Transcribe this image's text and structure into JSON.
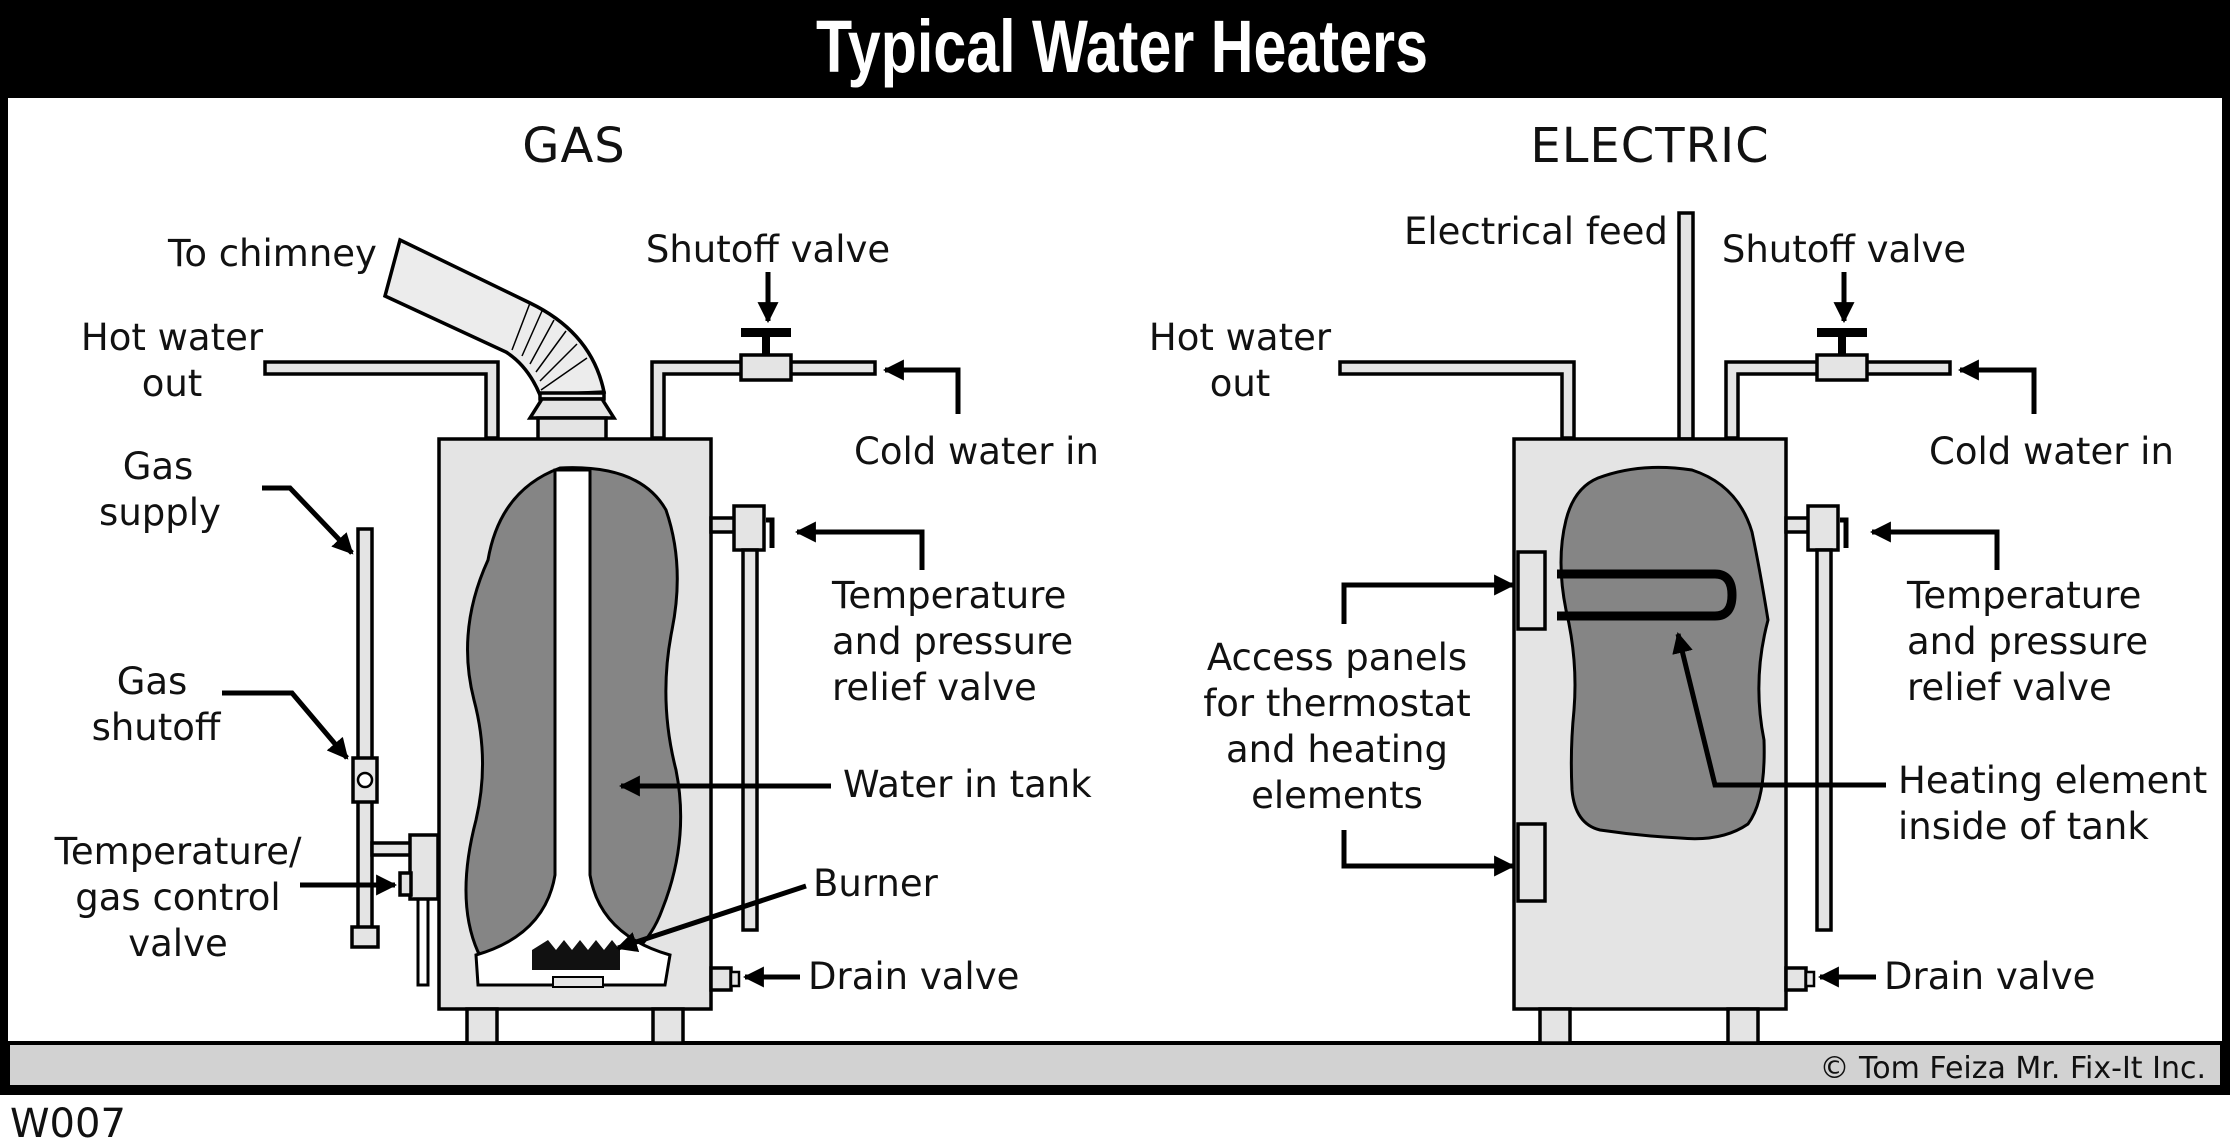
{
  "title": "Typical Water Heaters",
  "colors": {
    "banner": "#000000",
    "tank": "#e4e4e4",
    "water": "#858585",
    "ground": "#d2d2d2"
  },
  "gas": {
    "heading": "GAS",
    "to_chimney": "To chimney",
    "shutoff_valve": "Shutoff valve",
    "hot_water_out": [
      "Hot water",
      "out"
    ],
    "cold_water_in": "Cold water in",
    "gas_supply": [
      "Gas",
      "supply"
    ],
    "gas_shutoff": [
      "Gas",
      "shutoff"
    ],
    "temp_gas_control": [
      "Temperature/",
      "gas control",
      "valve"
    ],
    "tp_relief": [
      "Temperature",
      "and pressure",
      "relief valve"
    ],
    "water_in_tank": "Water in tank",
    "burner": "Burner",
    "drain_valve": "Drain valve"
  },
  "electric": {
    "heading": "ELECTRIC",
    "electrical_feed": "Electrical feed",
    "shutoff_valve": "Shutoff valve",
    "hot_water_out": [
      "Hot water",
      "out"
    ],
    "cold_water_in": "Cold water in",
    "tp_relief": [
      "Temperature",
      "and pressure",
      "relief valve"
    ],
    "access_panels": [
      "Access panels",
      "for thermostat",
      "and heating",
      "elements"
    ],
    "heating_element": [
      "Heating element",
      "inside of tank"
    ],
    "drain_valve": "Drain valve"
  },
  "credit": "© Tom Feiza Mr. Fix-It Inc.",
  "code": "W007"
}
